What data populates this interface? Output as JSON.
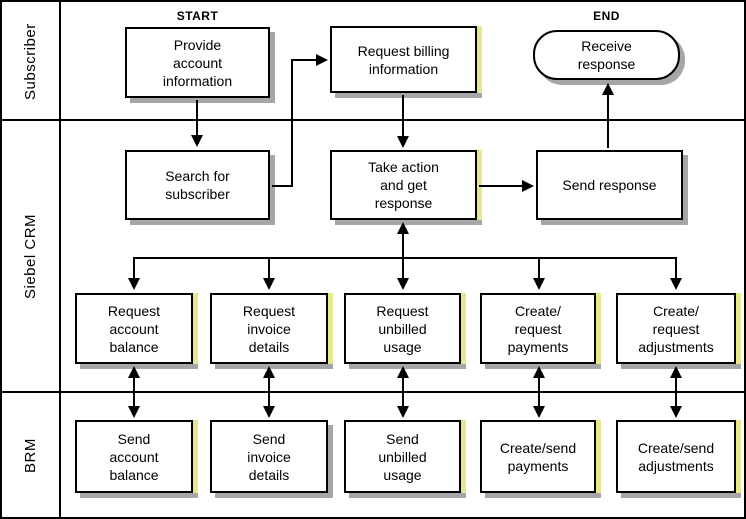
{
  "lanes": [
    {
      "label": "Subscriber"
    },
    {
      "label": "Siebel CRM"
    },
    {
      "label": "BRM"
    }
  ],
  "markers": {
    "start": "START",
    "end": "END"
  },
  "nodes": {
    "provide_account": [
      "Provide",
      "account",
      "information"
    ],
    "request_billing": [
      "Request billing",
      "information"
    ],
    "receive_response": [
      "Receive",
      "response"
    ],
    "search_subscriber": [
      "Search for",
      "subscriber"
    ],
    "take_action": [
      "Take action",
      "and get",
      "response"
    ],
    "send_response": [
      "Send response"
    ],
    "request_account_balance": [
      "Request",
      "account",
      "balance"
    ],
    "request_invoice_details": [
      "Request",
      "invoice",
      "details"
    ],
    "request_unbilled_usage": [
      "Request",
      "unbilled",
      "usage"
    ],
    "create_request_payments": [
      "Create/",
      "request",
      "payments"
    ],
    "create_request_adjustments": [
      "Create/",
      "request",
      "adjustments"
    ],
    "send_account_balance": [
      "Send",
      "account",
      "balance"
    ],
    "send_invoice_details": [
      "Send",
      "invoice",
      "details"
    ],
    "send_unbilled_usage": [
      "Send",
      "unbilled",
      "usage"
    ],
    "create_send_payments": [
      "Create/send",
      "payments"
    ],
    "create_send_adjustments": [
      "Create/send",
      "adjustments"
    ]
  },
  "colors": {
    "line": "#000000",
    "box_fill": "#ffffff",
    "shadow": "#a6a6a6",
    "shadow_highlight": "#e9e78b",
    "background": "#ffffff"
  }
}
